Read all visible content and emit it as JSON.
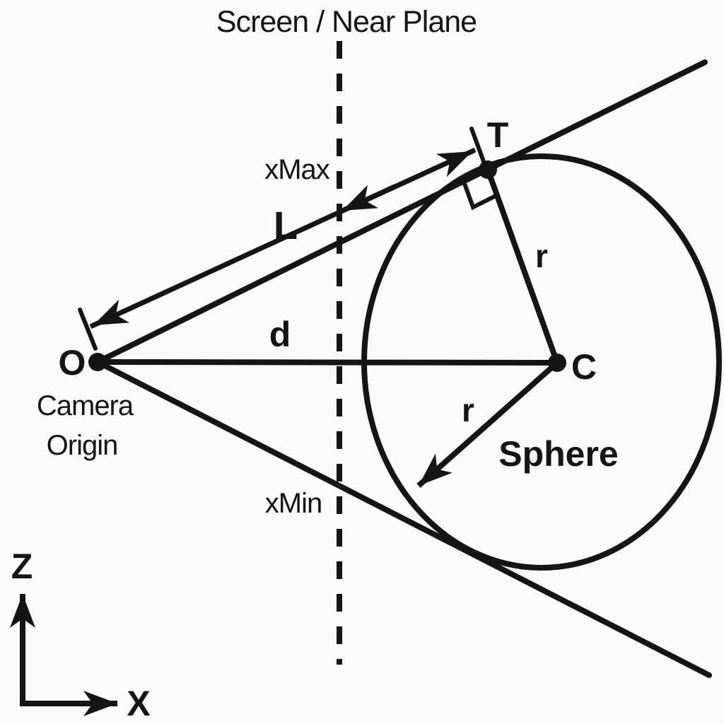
{
  "diagram": {
    "title": "Screen / Near Plane",
    "labels": {
      "x_max": "xMax",
      "x_min": "xMin",
      "tangent_length": "L",
      "center_distance": "d",
      "radius_upper": "r",
      "radius_lower": "r",
      "sphere": "Sphere",
      "camera_origin_line1": "Camera",
      "camera_origin_line2": "Origin"
    },
    "points": {
      "tangent_point": "T",
      "sphere_center": "C",
      "camera_origin": "O"
    },
    "axes": {
      "vertical": "Z",
      "horizontal": "X"
    },
    "colors": {
      "ink": "#151515",
      "background": "#fafafa"
    }
  }
}
